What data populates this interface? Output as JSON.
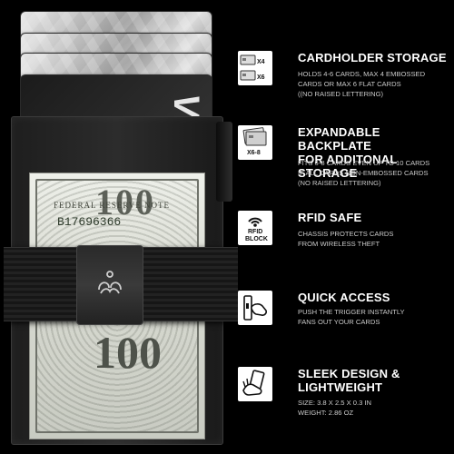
{
  "product": {
    "card_brand": "VISA",
    "bill": {
      "denomination": "100",
      "reserve_note": "FEDERAL RESERVE NOTE",
      "serial": "B17696366"
    }
  },
  "features": [
    {
      "title": "CARDHOLDER STORAGE",
      "icon": "cards-stack-icon",
      "icon_labels": [
        "X4",
        "X6"
      ],
      "desc": "HOLDS 4-6 CARDS, MAX 4 EMBOSSED\nCARDS OR MAX 6 FLAT CARDS\n((NO RAISED LETTERING)"
    },
    {
      "title": "EXPANDABLE BACKPLATE\nFOR ADDITONAL STORAGE",
      "icon": "expandable-cards-icon",
      "icon_labels": [
        "X6-8"
      ],
      "desc": "FITS 6-8 CARDS EVEN UP TO 10 CARDS\nIF ALL CARDS NON-EMBOSSED CARDS\n(NO RAISED LETTERING)"
    },
    {
      "title": "RFID SAFE",
      "icon": "rfid-block-icon",
      "icon_labels": [
        "RFID",
        "BLOCK"
      ],
      "desc": "CHASSIS PROTECTS CARDS\nFROM WIRELESS THEFT"
    },
    {
      "title": "QUICK ACCESS",
      "icon": "thumb-push-icon",
      "icon_labels": [],
      "desc": "PUSH THE TRIGGER INSTANTLY\nFANS OUT YOUR CARDS"
    },
    {
      "title": "SLEEK DESIGN &\nLIGHTWEIGHT",
      "icon": "hand-card-icon",
      "icon_labels": [],
      "desc": "SIZE: 3.8 X 2.5 X 0.3 IN\nWEIGHT: 2.86 OZ"
    }
  ],
  "colors": {
    "background": "#000000",
    "text": "#ffffff",
    "desc_text": "#c9c9c9"
  }
}
